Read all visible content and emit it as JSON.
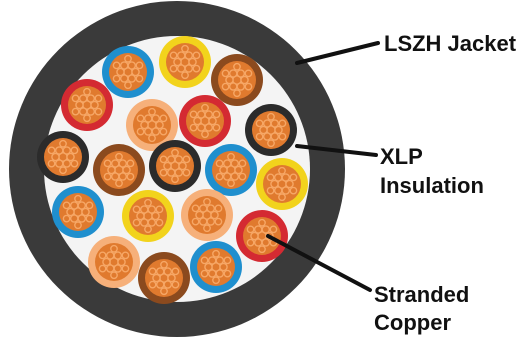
{
  "labels": {
    "jacket": "LSZH Jacket",
    "insulation_line1": "XLP",
    "insulation_line2": "Insulation",
    "conductor_line1": "Stranded",
    "conductor_line2": "Copper"
  },
  "colors": {
    "jacket": "#3a3a3a",
    "filler": "#f4f4f4",
    "copper": "#e07a2e",
    "copper_strand_edge": "#f6a766",
    "pointer": "#111111",
    "insulation_palette": {
      "red": "#d42a32",
      "blue": "#1f8fce",
      "yellow": "#f2d31c",
      "brown": "#8b4a1e",
      "black": "#2b2b2b",
      "peach": "#f6b07a"
    }
  },
  "cores": [
    {
      "insulation": "blue"
    },
    {
      "insulation": "yellow"
    },
    {
      "insulation": "brown"
    },
    {
      "insulation": "red"
    },
    {
      "insulation": "peach"
    },
    {
      "insulation": "red"
    },
    {
      "insulation": "black"
    },
    {
      "insulation": "black"
    },
    {
      "insulation": "brown"
    },
    {
      "insulation": "black"
    },
    {
      "insulation": "blue"
    },
    {
      "insulation": "yellow"
    },
    {
      "insulation": "blue"
    },
    {
      "insulation": "yellow"
    },
    {
      "insulation": "peach"
    },
    {
      "insulation": "red"
    },
    {
      "insulation": "peach"
    },
    {
      "insulation": "brown"
    },
    {
      "insulation": "blue"
    }
  ]
}
